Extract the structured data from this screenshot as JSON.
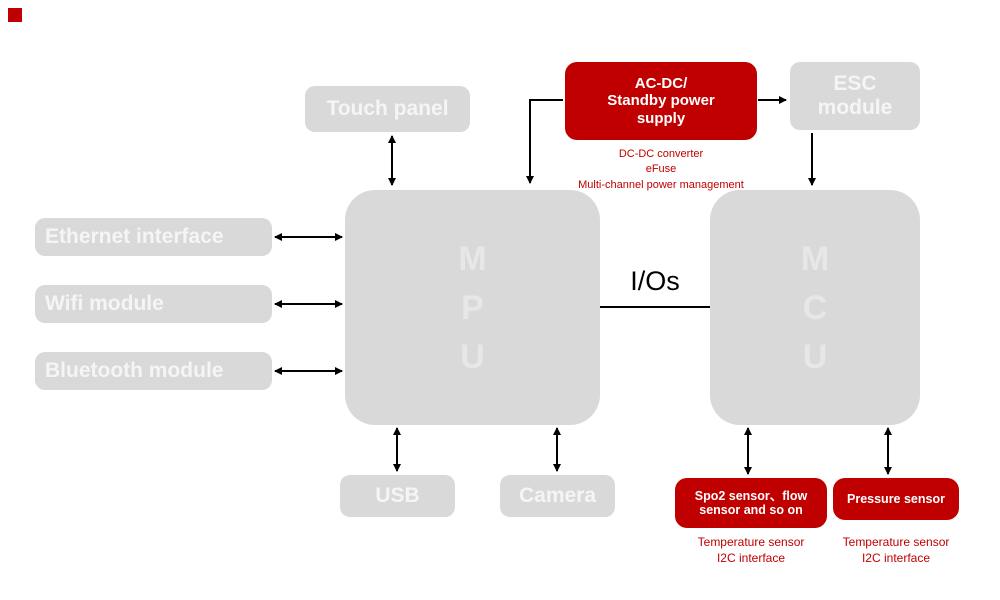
{
  "colors": {
    "accent_red": "#c00000",
    "box_gray": "#d9d9d9",
    "connector_black": "#000000"
  },
  "nodes": {
    "touch_panel": {
      "label": "Touch panel"
    },
    "power_supply": {
      "line1": "AC-DC/",
      "line2": "Standby power",
      "line3": "supply",
      "caption1": "DC-DC converter",
      "caption2": "eFuse",
      "caption3": "Multi-channel power management"
    },
    "esc_module": {
      "line1": "ESC",
      "line2": "module"
    },
    "ethernet": {
      "label": "Ethernet interface"
    },
    "wifi": {
      "label": "Wifi module"
    },
    "bluetooth": {
      "label": "Bluetooth module"
    },
    "mpu": {
      "l1": "M",
      "l2": "P",
      "l3": "U"
    },
    "mcu": {
      "l1": "M",
      "l2": "C",
      "l3": "U"
    },
    "bus": {
      "label": "I/Os"
    },
    "usb": {
      "label": "USB"
    },
    "camera": {
      "label": "Camera"
    },
    "spo2": {
      "line1": "Spo2 sensor、flow",
      "line2": "sensor and so on",
      "caption1": "Temperature sensor",
      "caption2": "I2C interface"
    },
    "pressure": {
      "label": "Pressure sensor",
      "caption1": "Temperature sensor",
      "caption2": "I2C interface"
    }
  }
}
